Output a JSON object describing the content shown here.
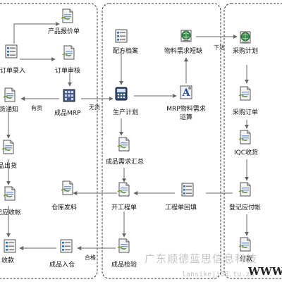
{
  "nodes": {
    "quote": "产品报价单",
    "order_entry": "订单录入",
    "order_review": "订单审核",
    "ship_notice": "发货通知",
    "mrp_product": "成品MRP",
    "product_ship": "成品出货",
    "ar_register": "记应收帐",
    "receipt": "收款",
    "warehouse_issue": "仓库发料",
    "product_storage": "成品入仓",
    "formula": "配方档案",
    "material_short": "物料需求短缺",
    "prod_plan": "生产计划",
    "mrp_material_l1": "MRP物料需求",
    "mrp_material_l2": "运算",
    "demand_summary": "成品需求汇总",
    "work_order": "开工程单",
    "work_order_return": "工程单回填",
    "product_inspect": "成品检验",
    "purchase_plan": "采购计划",
    "purchase_order": "采购订单",
    "iqc": "IQC收货",
    "ap_register": "登记应付帐",
    "payment": "付款"
  },
  "edges": {
    "in_stock": "有货",
    "out_of_stock": "无货",
    "qualified": "合格",
    "down": "下达"
  },
  "watermark": {
    "company": "广东顺德蓝思信息科技",
    "site": "lansikeji68.tu.zu",
    "www": "WWW"
  },
  "icons": {
    "document": "document-icon",
    "list": "list-icon",
    "globe": "globe-icon",
    "building": "building-icon",
    "calculator": "calculator-icon",
    "gear": "gear-icon"
  }
}
